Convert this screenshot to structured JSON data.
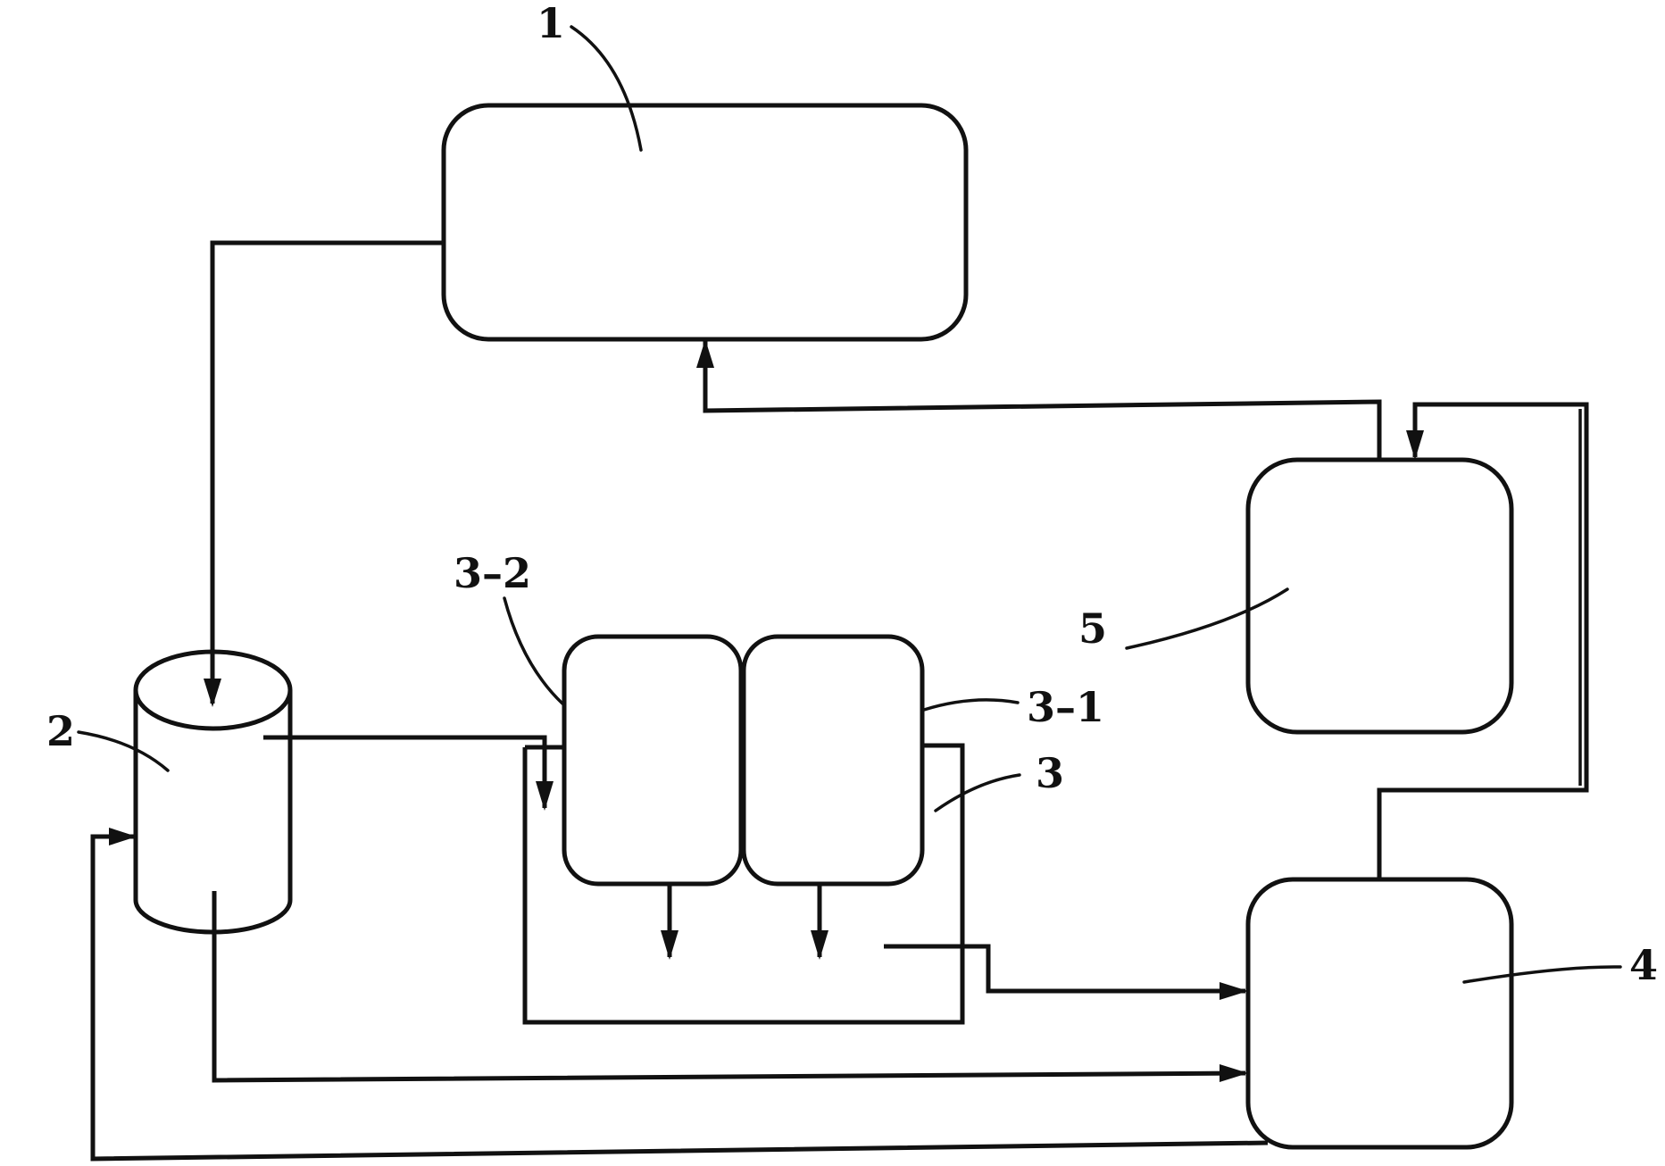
{
  "labels": {
    "unit_1": "1",
    "unit_2": "2",
    "unit_3": "3",
    "unit_3_1": "3–1",
    "unit_3_2": "3–2",
    "unit_4": "4",
    "unit_5": "5"
  },
  "colors": {
    "stroke": "#111111",
    "background": "#ffffff"
  }
}
